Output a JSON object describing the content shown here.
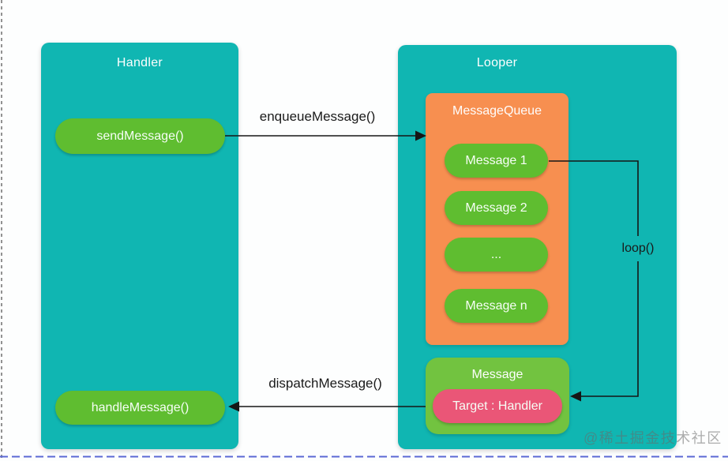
{
  "colors": {
    "teal": "#10b6b2",
    "green": "#5fbd30",
    "green_light": "#72c340",
    "orange": "#f78f50",
    "pink": "#ea5677",
    "ink": "#1a1a1a",
    "dash_left": "#4b4b4b",
    "dash_bottom": "#5b68d4"
  },
  "handler": {
    "title": "Handler",
    "send_label": "sendMessage()",
    "handle_label": "handleMessage()"
  },
  "looper": {
    "title": "Looper"
  },
  "message_queue": {
    "title": "MessageQueue",
    "items": [
      "Message 1",
      "Message 2",
      "...",
      "Message n"
    ]
  },
  "message_box": {
    "title": "Message",
    "target_label": "Target : Handler"
  },
  "arrows": {
    "enqueue_label": "enqueueMessage()",
    "dispatch_label": "dispatchMessage()",
    "loop_label": "loop()"
  },
  "watermark": "@稀土掘金技术社区"
}
